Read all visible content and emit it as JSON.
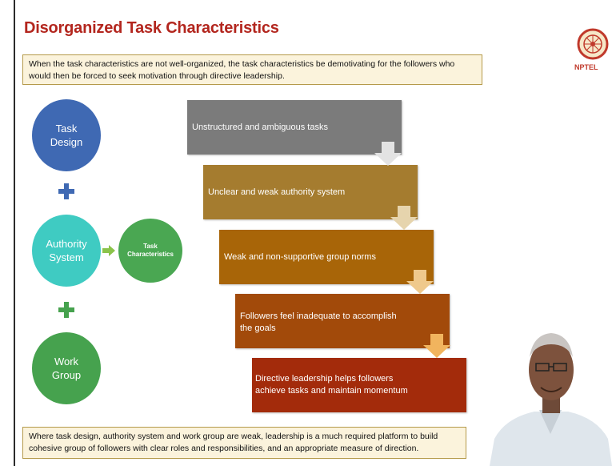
{
  "slide": {
    "title": "Disorganized Task Characteristics",
    "intro": "When the task characteristics are not well-organized, the task characteristics be demotivating for the followers who would then be forced to seek motivation through directive leadership.",
    "circles": {
      "task_design": "Task\nDesign",
      "authority_system": "Authority\nSystem",
      "work_group": "Work\nGroup",
      "task_characteristics": "Task\nCharacteristics"
    },
    "steps": [
      "Unstructured and ambiguous tasks",
      "Unclear and weak authority system",
      "Weak and non-supportive group norms",
      "Followers feel inadequate to accomplish\nthe goals",
      "Directive leadership helps followers\nachieve tasks and maintain momentum"
    ],
    "conclusion": "Where task design, authority system and work group are weak, leadership is a much required platform to build cohesive group of followers with clear roles and responsibilities, and an appropriate measure of direction."
  },
  "logo": {
    "label": "NPTEL"
  },
  "colors": {
    "title": "#b3261e",
    "task_design": "#3f69b3",
    "authority_system": "#3fcbc2",
    "work_group": "#46a24e",
    "steps": [
      "#7b7b7b",
      "#a57c2f",
      "#a86508",
      "#a24a0a",
      "#a32b0b"
    ]
  }
}
